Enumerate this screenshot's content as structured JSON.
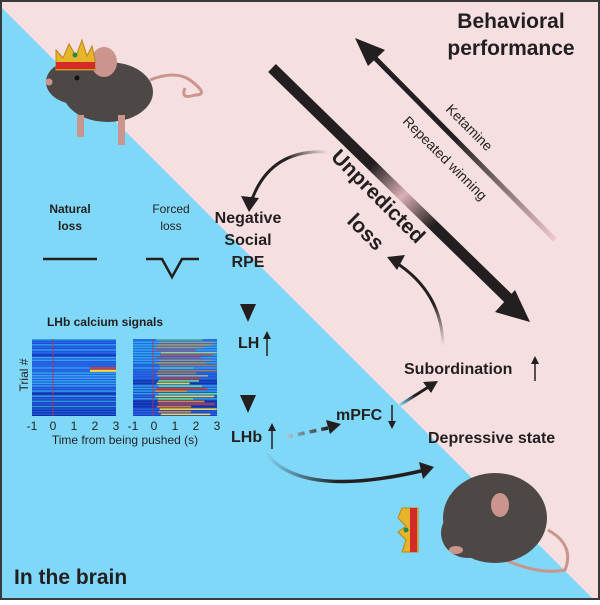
{
  "colors": {
    "pink_region": "#f5dfe1",
    "blue_region": "#80d8f9",
    "ink": "#231f20",
    "border": "#3a3a3a",
    "fade": "#f0c8cc",
    "mouse_body": "#4d4846",
    "mouse_pink": "#c9958d",
    "crown_gold": "#e7b52a",
    "crown_red": "#d52a2a",
    "crown_green": "#1f8a4c"
  },
  "regions": {
    "top_right_title_line1": "Behavioral",
    "top_right_title_line2": "performance",
    "bottom_left_title": "In the brain"
  },
  "arrows": {
    "ketamine": "Ketamine",
    "repeated_winning": "Repeated winning",
    "unpredicted_line1": "Unpredicted",
    "unpredicted_line2": "loss"
  },
  "loss_types": {
    "natural_line1": "Natural",
    "natural_line2": "loss",
    "forced_line1": "Forced",
    "forced_line2": "loss"
  },
  "nodes": {
    "rpe_line1": "Negative",
    "rpe_line2": "Social",
    "rpe_line3": "RPE",
    "lh": "LH",
    "lhb": "LHb",
    "mpfc": "mPFC",
    "subordination": "Subordination",
    "depressive": "Depressive state"
  },
  "calcium": {
    "title": "LHb calcium signals",
    "ylabel": "Trial #",
    "xlabel": "Time from being pushed (s)",
    "ticks": [
      "-1",
      "0",
      "1",
      "2",
      "3"
    ]
  }
}
